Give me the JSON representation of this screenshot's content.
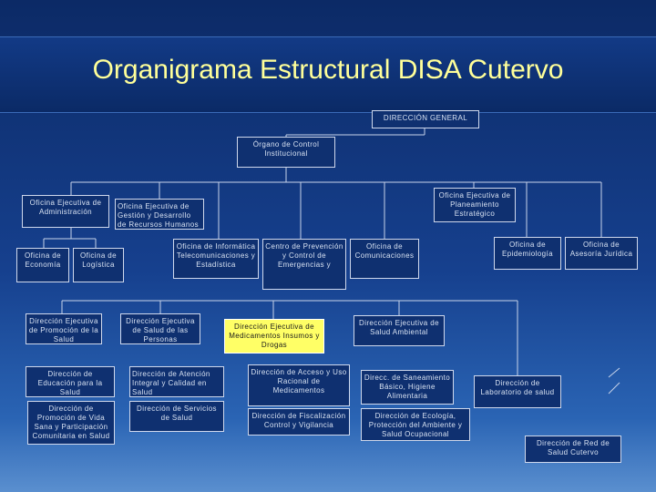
{
  "title": "Organigrama Estructural DISA Cutervo",
  "units": {
    "direccion_general": "DIRECCIÓN GENERAL",
    "organo_control": "Órgano de Control Institucional",
    "of_administracion": "Oficina Ejecutiva de Administración",
    "of_gestion_rrhh": "Oficina Ejecutiva de Gestión y Desarrollo de Recursos Humanos",
    "of_planeamiento": "Oficina Ejecutiva de Planeamiento Estratégico",
    "of_economia": "Oficina de Economía",
    "of_logistica": "Oficina de Logística",
    "of_informatica": "Oficina de Informática Telecomunicaciones y Estadística",
    "centro_prevencion": "Centro de Prevención y Control de Emergencias y",
    "of_comunicaciones": "Oficina de Comunicaciones",
    "of_epidemiologia": "Oficina de Epidemiología",
    "of_asesoria": "Oficina de Asesoría Jurídica",
    "dir_promocion": "Dirección Ejecutiva de Promoción de la Salud",
    "dir_salud_personas": "Dirección Ejecutiva de Salud de las Personas",
    "dir_medicamentos": "Dirección Ejecutiva de Medicamentos Insumos y Drogas",
    "dir_salud_ambiental": "Dirección Ejecutiva de Salud Ambiental",
    "dir_educacion": "Dirección de Educación para la Salud",
    "dir_atencion": "Dirección de Atención Integral y Calidad en Salud",
    "dir_acceso": "Dirección de Acceso y Uso Racional de Medicamentos",
    "dir_saneamiento": "Direcc. de Saneamiento Básico, Higiene Alimentaria",
    "dir_laboratorio": "Dirección de Laboratorio de salud",
    "dir_promocion_vida": "Dirección de Promoción de Vida Sana y Participación Comunitaria en Salud",
    "dir_servicios": "Dirección de Servicios de Salud",
    "dir_fiscalizacion": "Dirección de Fiscalización Control y Vigilancia",
    "dir_ecologia": "Dirección de Ecología, Protección del Ambiente y Salud Ocupacional",
    "dir_red": "Dirección de Red de Salud Cutervo"
  }
}
